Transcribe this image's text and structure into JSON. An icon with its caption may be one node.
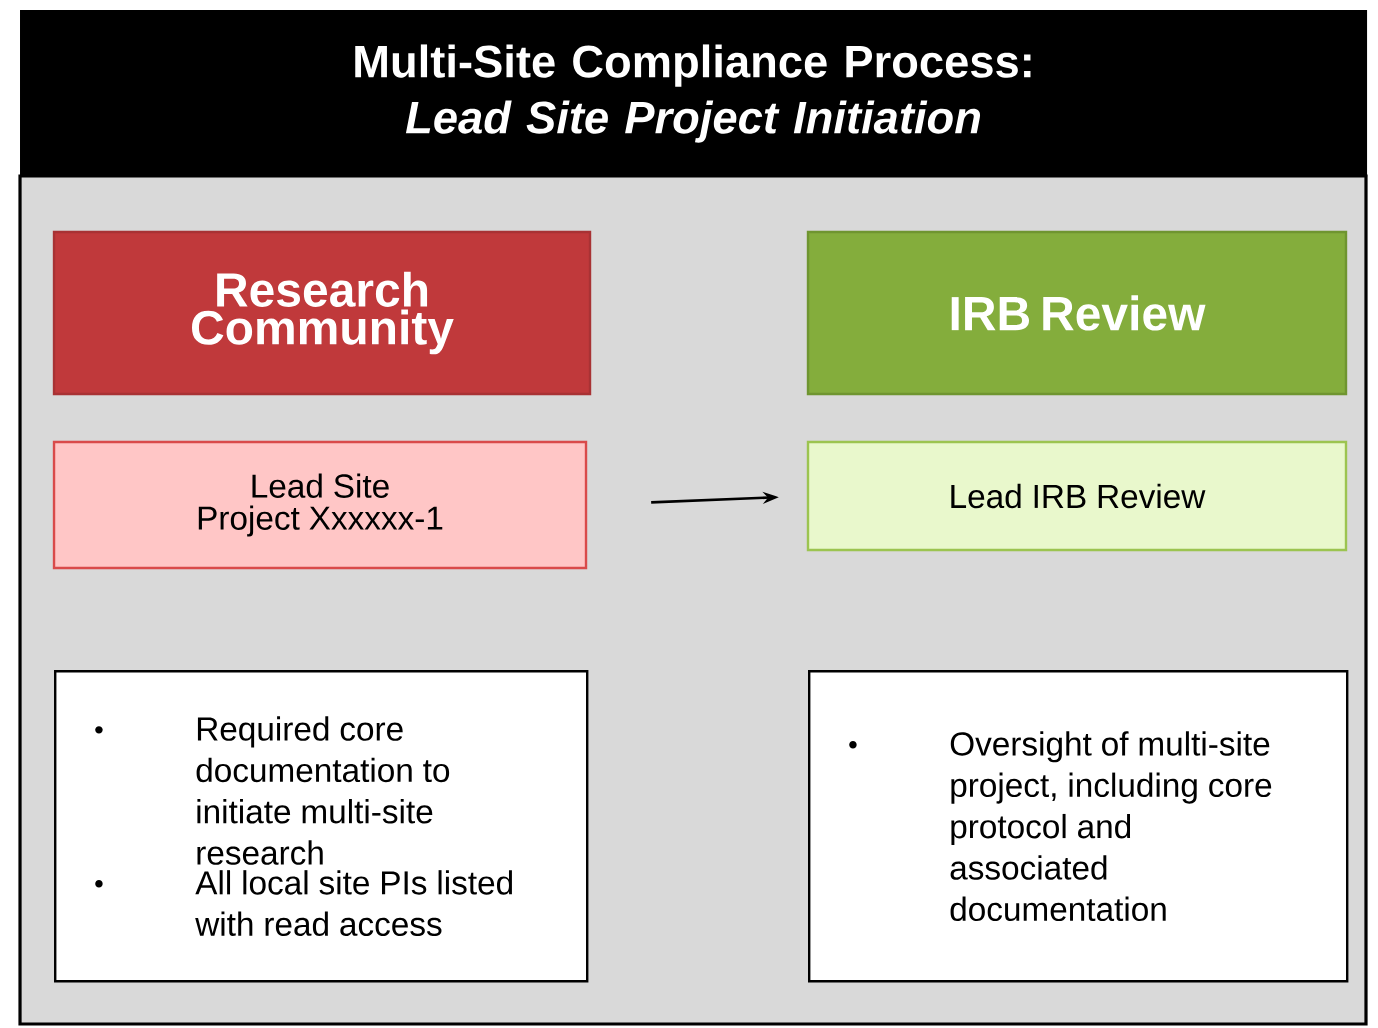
{
  "diagram": {
    "title": "Multi-Site Compliance Process: *Lead Site Project Initiation*",
    "nodes": [
      {
        "text": [
          "Research Community"
        ]
      },
      {
        "text": [
          "IRB Review"
        ]
      },
      {
        "text": [
          "Lead Site Project Xxxxxx-1"
        ]
      },
      {
        "text": [
          "Lead IRB Review"
        ]
      },
      {
        "text": [
          "Required core documentation to initiate multi-site research",
          "All local site PIs listed with read access"
        ]
      },
      {
        "text": [
          "Oversight of multi-site project, including core protocol and associated documentation"
        ]
      }
    ],
    "edges": [
      {
        "from": 2,
        "to": 3,
        "arrow": "to"
      }
    ]
  }
}
